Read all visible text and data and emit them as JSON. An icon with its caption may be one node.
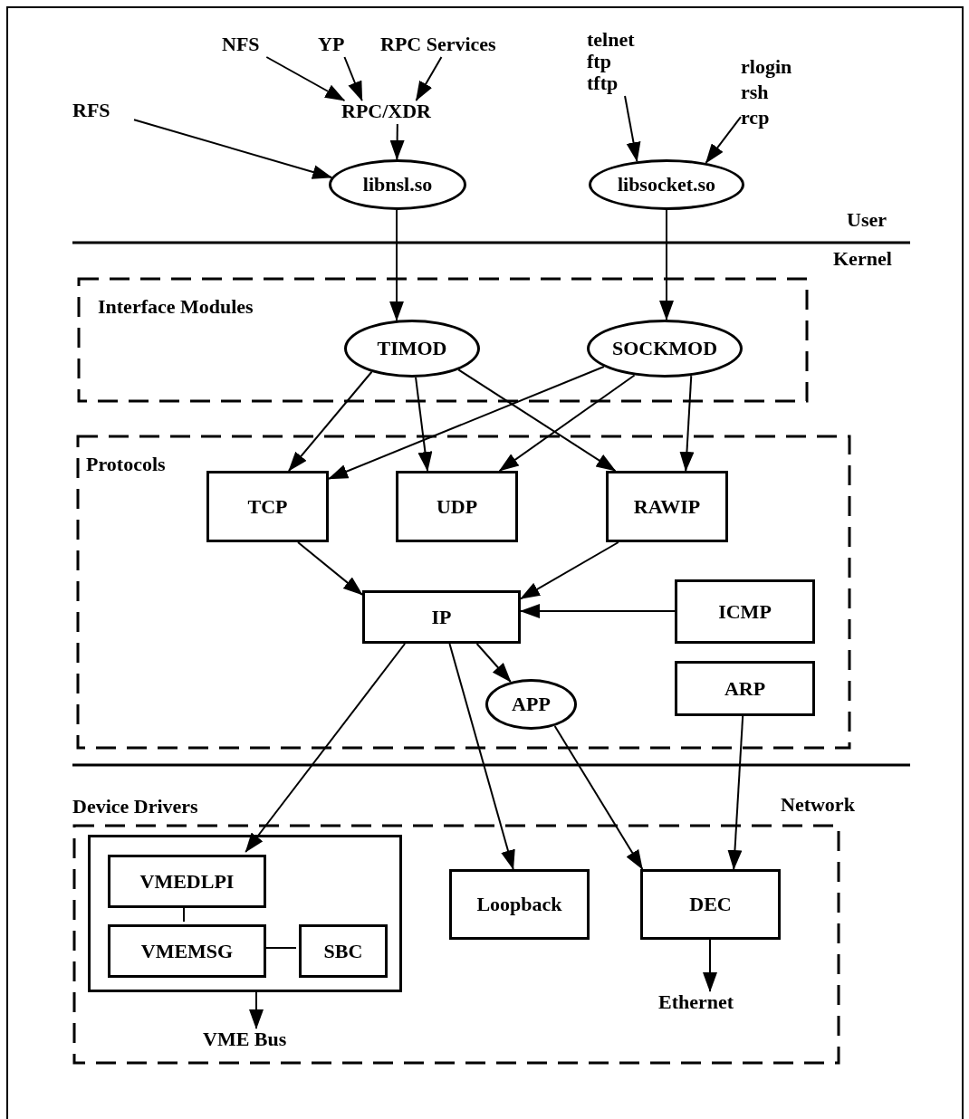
{
  "diagram": {
    "nodes": [
      {
        "text": [
          "NFS"
        ]
      },
      {
        "text": [
          "YP"
        ]
      },
      {
        "text": [
          "RPC Services"
        ]
      },
      {
        "text": [
          "RFS"
        ]
      },
      {
        "text": [
          "RPC/XDR"
        ]
      },
      {
        "text": [
          "telnet ftp tftp"
        ]
      },
      {
        "text": [
          "rlogin rsh rcp"
        ]
      },
      {
        "text": [
          "libnsl.so"
        ]
      },
      {
        "text": [
          "libsocket.so"
        ]
      },
      {
        "text": [
          "Interface Modules"
        ]
      },
      {
        "text": [
          "TIMOD"
        ],
        "in": 9
      },
      {
        "text": [
          "SOCKMOD"
        ],
        "in": 9
      },
      {
        "text": [
          "Protocols"
        ]
      },
      {
        "text": [
          "TCP"
        ],
        "in": 12
      },
      {
        "text": [
          "UDP"
        ],
        "in": 12
      },
      {
        "text": [
          "RAWIP"
        ],
        "in": 12
      },
      {
        "text": [
          "IP"
        ],
        "in": 12
      },
      {
        "text": [
          "ICMP"
        ],
        "in": 12
      },
      {
        "text": [
          "APP"
        ],
        "in": 12
      },
      {
        "text": [
          "ARP"
        ],
        "in": 12
      },
      {
        "text": [
          "Device Drivers"
        ]
      },
      {
        "text": [],
        "shape": "box",
        "in": 20
      },
      {
        "text": [
          "VMEDLPI"
        ],
        "in": 21
      },
      {
        "text": [
          "VMEMSG"
        ],
        "in": 21
      },
      {
        "text": [
          "SBC"
        ],
        "in": 21
      },
      {
        "text": [
          "Loopback"
        ],
        "in": 20
      },
      {
        "text": [
          "DEC"
        ],
        "in": 20
      },
      {
        "text": [
          "Ethernet"
        ],
        "in": 20
      },
      {
        "text": [
          "VME Bus"
        ],
        "in": 20
      }
    ],
    "edges": [
      {
        "from": 0,
        "to": 4,
        "arrow": "to"
      },
      {
        "from": 1,
        "to": 4,
        "arrow": "to"
      },
      {
        "from": 2,
        "to": 4,
        "arrow": "to"
      },
      {
        "from": 3,
        "to": 7,
        "arrow": "to"
      },
      {
        "from": 4,
        "to": 7,
        "arrow": "to"
      },
      {
        "from": 5,
        "to": 8,
        "arrow": "to"
      },
      {
        "from": 6,
        "to": 8,
        "arrow": "to"
      },
      {
        "from": 7,
        "to": 10,
        "arrow": "to"
      },
      {
        "from": 8,
        "to": 11,
        "arrow": "to"
      },
      {
        "from": 10,
        "to": 13,
        "arrow": "to"
      },
      {
        "from": 10,
        "to": 14,
        "arrow": "to"
      },
      {
        "from": 10,
        "to": 15,
        "arrow": "to"
      },
      {
        "from": 11,
        "to": 13,
        "arrow": "to"
      },
      {
        "from": 11,
        "to": 14,
        "arrow": "to"
      },
      {
        "from": 11,
        "to": 15,
        "arrow": "to"
      },
      {
        "from": 13,
        "to": 16,
        "arrow": "to"
      },
      {
        "from": 15,
        "to": 16,
        "arrow": "to"
      },
      {
        "from": 17,
        "to": 16,
        "arrow": "to"
      },
      {
        "from": 16,
        "to": 18,
        "arrow": "to"
      },
      {
        "from": 16,
        "to": 22,
        "arrow": "to"
      },
      {
        "from": 16,
        "to": 25,
        "arrow": "to"
      },
      {
        "from": 18,
        "to": 26,
        "arrow": "to"
      },
      {
        "from": 19,
        "to": 26,
        "arrow": "to"
      },
      {
        "from": 26,
        "to": 27,
        "arrow": "to"
      },
      {
        "from": 21,
        "to": 28,
        "arrow": "to"
      },
      {
        "from": 22,
        "to": 23,
        "arrow": "none"
      },
      {
        "from": 23,
        "to": 24,
        "arrow": "none"
      }
    ],
    "labels": [
      "User",
      "Kernel",
      "Network"
    ]
  }
}
